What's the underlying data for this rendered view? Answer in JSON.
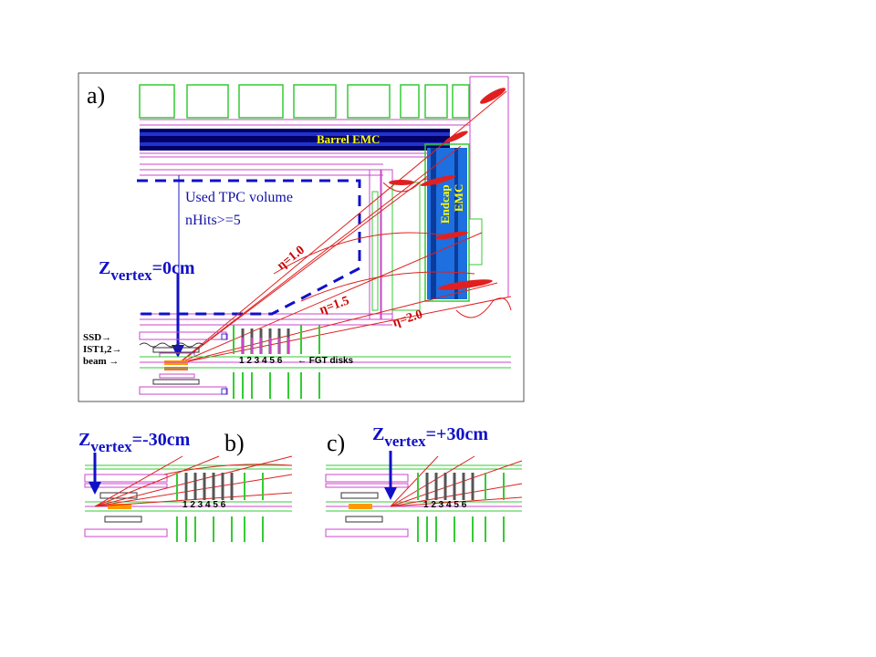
{
  "panel_a": {
    "label": "a)",
    "barrel_label": "Barrel EMC",
    "endcap_label_1": "Endcap",
    "endcap_label_2": "EMC",
    "tpc_label_1": "Used TPC volume",
    "tpc_label_2": "nHits>=5",
    "zvertex_main": "Z",
    "zvertex_sub": "vertex",
    "zvertex_value": "=0cm",
    "eta_labels": [
      "η=1.0",
      "η=1.5",
      "η=2.0"
    ],
    "detector_labels": [
      "SSD→",
      "IST1,2→",
      "beam →"
    ],
    "fgt_numbers": "1 2 3 4 5 6",
    "fgt_label": "← FGT disks"
  },
  "panel_b": {
    "label": "b)",
    "zvertex_main": "Z",
    "zvertex_sub": "vertex",
    "zvertex_value": "=-30cm",
    "fgt_numbers": "1 2 3 4 5 6"
  },
  "panel_c": {
    "label": "c)",
    "zvertex_main": "Z",
    "zvertex_sub": "vertex",
    "zvertex_value": "=+30cm",
    "fgt_numbers": "1 2 3 4 5 6"
  },
  "colors": {
    "detector_green": "#33cc33",
    "detector_magenta": "#cc44cc",
    "barrel_navy": "#000066",
    "endcap_blue": "#1e6fe0",
    "track_red": "#e02020",
    "vertex_blue": "#1010d0",
    "label_yellow": "#ffff00",
    "eta_red": "#cc0000"
  }
}
